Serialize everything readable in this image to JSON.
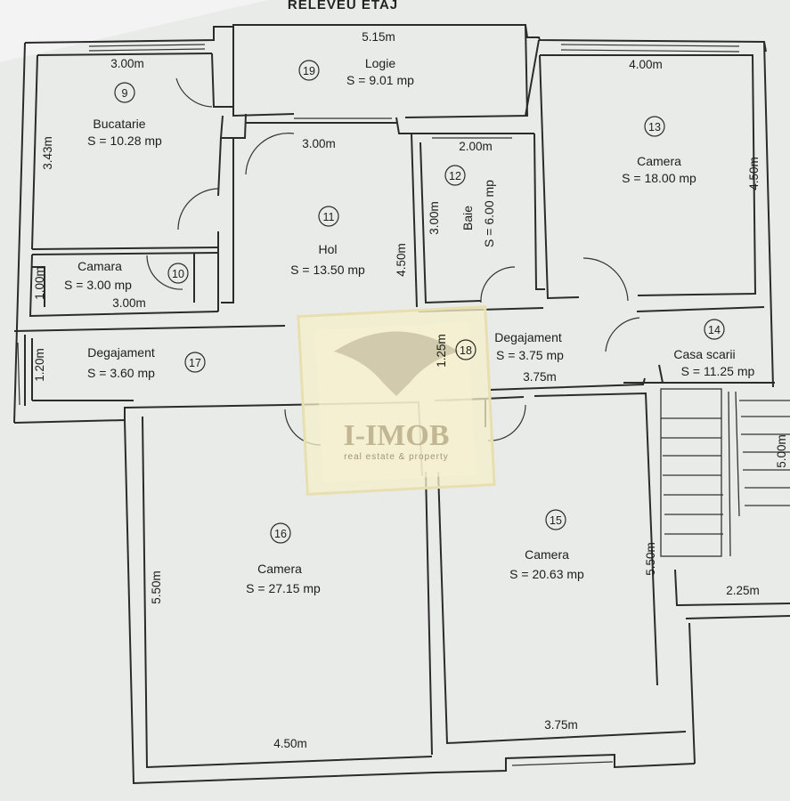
{
  "title": "RELEVEU ETAJ",
  "rooms": [
    {
      "number": "9",
      "name": "Bucatarie",
      "area": "S = 10.28 mp"
    },
    {
      "number": "10",
      "name": "Camara",
      "area": "S = 3.00 mp"
    },
    {
      "number": "11",
      "name": "Hol",
      "area": "S = 13.50 mp"
    },
    {
      "number": "12",
      "name": "Baie",
      "area": "S = 6.00 mp"
    },
    {
      "number": "13",
      "name": "Camera",
      "area": "S = 18.00 mp"
    },
    {
      "number": "14",
      "name": "Casa scarii",
      "area": "S = 11.25 mp"
    },
    {
      "number": "15",
      "name": "Camera",
      "area": "S = 20.63 mp"
    },
    {
      "number": "16",
      "name": "Camera",
      "area": "S = 27.15 mp"
    },
    {
      "number": "17",
      "name": "Degajament",
      "area": "S = 3.60 mp"
    },
    {
      "number": "18",
      "name": "Degajament",
      "area": "S = 3.75 mp"
    },
    {
      "number": "19",
      "name": "Logie",
      "area": "S = 9.01 mp"
    }
  ],
  "dimensions": {
    "logie_width": "5.15m",
    "bucatarie_width": "3.00m",
    "bucatarie_height": "3.43m",
    "camera13_width": "4.00m",
    "camera13_height": "4.50m",
    "hol_width": "3.00m",
    "hol_height": "4.50m",
    "baie_width": "2.00m",
    "baie_height": "3.00m",
    "camara_height": "1.00m",
    "camara_width": "3.00m",
    "degajament17_height": "1.20m",
    "degajament18_height": "1.25m",
    "degajament18_width": "3.75m",
    "casa_scarii_height": "5.00m",
    "casa_scarii_width": "2.25m",
    "camera16_height": "5.50m",
    "camera16_width": "4.50m",
    "camera15_height": "5.50m",
    "camera15_width": "3.75m"
  },
  "watermark": {
    "brand": "I-IMOB",
    "tagline": "real estate & property"
  }
}
